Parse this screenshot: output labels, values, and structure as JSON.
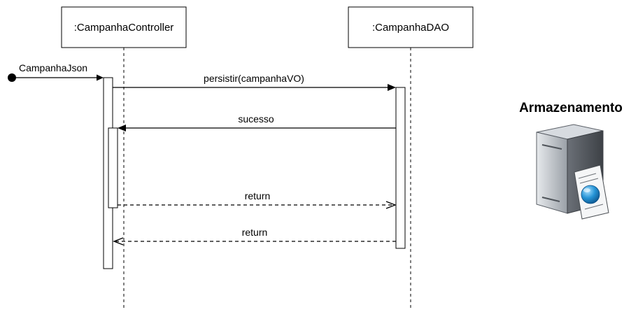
{
  "participants": {
    "controller": ":CampanhaController",
    "dao": ":CampanhaDAO"
  },
  "messages": {
    "entry": "CampanhaJson",
    "persist": "persistir(campanhaVO)",
    "success": "sucesso",
    "return_1": "return",
    "return_2": "return"
  },
  "storage": {
    "title": "Armazenamento",
    "icon": "server-document-icon"
  },
  "colors": {
    "line": "#000000",
    "background": "#ffffff",
    "server_body": "#7a7f86",
    "server_front": "#c9ced4",
    "globe": "#1f86c7"
  }
}
